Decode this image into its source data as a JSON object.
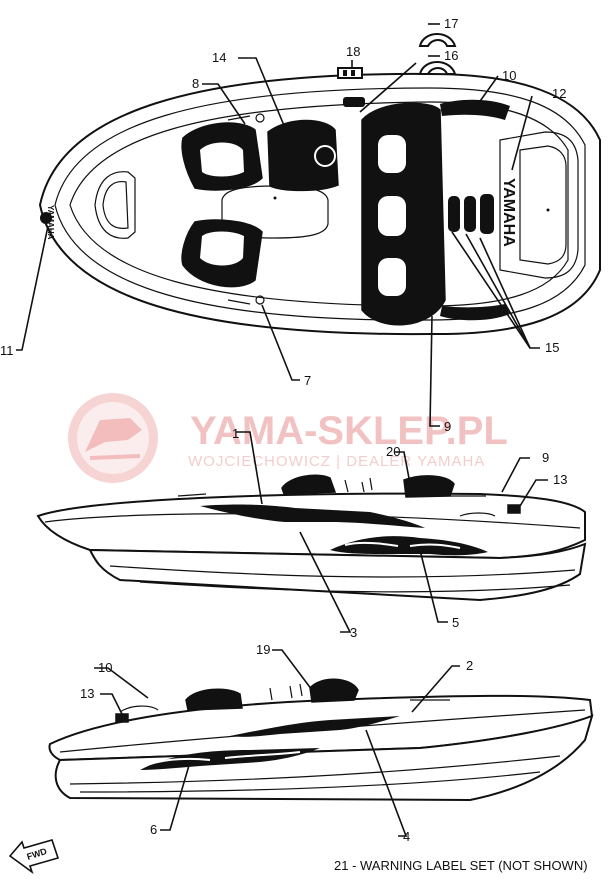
{
  "callouts": [
    "1",
    "2",
    "3",
    "4",
    "5",
    "6",
    "7",
    "8",
    "9",
    "10",
    "11",
    "12",
    "13",
    "14",
    "15",
    "16",
    "17",
    "18",
    "19",
    "20"
  ],
  "hull_brand": "YAMAHA",
  "watermark": {
    "title": "YAMA-SKLEP.PL",
    "subtitle": "WOJCIECHOWICZ | DEALER YAMAHA"
  },
  "fwd_label": "FWD",
  "footer_note": "21 - WARNING LABEL SET (NOT SHOWN)"
}
